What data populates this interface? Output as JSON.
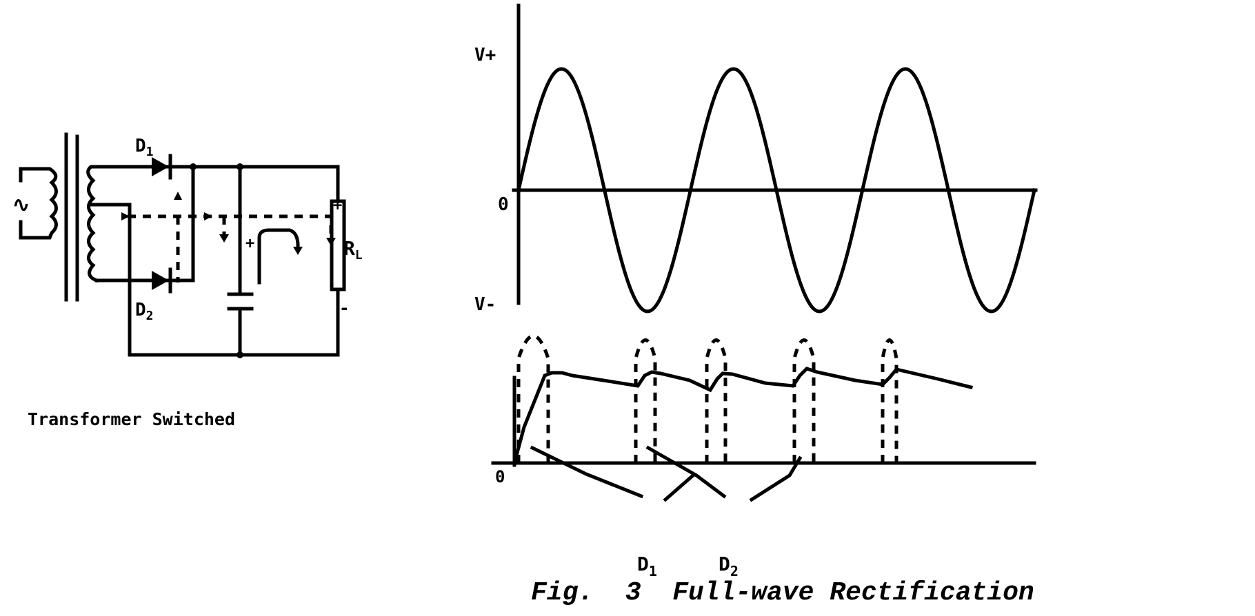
{
  "circuit": {
    "diode1_label": "D",
    "diode1_sub": "1",
    "diode2_label": "D",
    "diode2_sub": "2",
    "load_label": "R",
    "load_sub": "L",
    "plus": "+",
    "minus": "-",
    "cap_plus": "+",
    "source_symbol": "∿",
    "caption": "Transformer Switched"
  },
  "waveform": {
    "vplus_label": "V+",
    "zero_label": "0",
    "vminus_label": "V-",
    "cycles": 3
  },
  "rectified": {
    "zero_label": "0",
    "d1_label": "D",
    "d1_sub": "1",
    "d2_label": "D",
    "d2_sub": "2"
  },
  "figure_caption": "Fig.  3  Full-wave Rectification"
}
